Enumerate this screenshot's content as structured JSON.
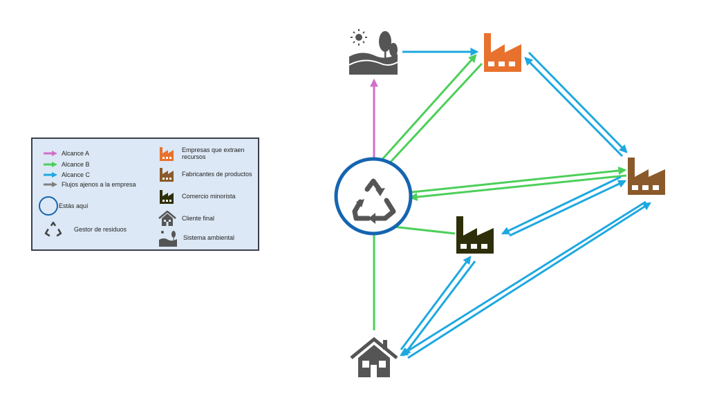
{
  "legend": {
    "scopes": [
      {
        "label": "Alcance A",
        "color": "#d070c8"
      },
      {
        "label": "Alcance B",
        "color": "#4ccf5a"
      },
      {
        "label": "Alcance C",
        "color": "#1ea8e0"
      },
      {
        "label": "Flujos ajenos a la empresa",
        "color": "#7f7f7f"
      }
    ],
    "you_are_here": "Estás aquí",
    "waste_manager": "Gestor de residuos",
    "actors": [
      {
        "label": "Empresas que extraen recursos",
        "icon": "factory-icon",
        "color": "#e8722d"
      },
      {
        "label": "Fabricantes de productos",
        "icon": "factory-icon",
        "color": "#8b5a2b"
      },
      {
        "label": "Comercio minorista",
        "icon": "factory-icon",
        "color": "#2e2e0a"
      },
      {
        "label": "Cliente final",
        "icon": "house-icon",
        "color": "#555555"
      },
      {
        "label": "Sistema ambiental",
        "icon": "landscape-icon",
        "color": "#555555"
      }
    ]
  },
  "nodes": {
    "environment": {
      "label": "Sistema ambiental",
      "color": "#555555"
    },
    "extractor": {
      "label": "Empresas que extraen recursos",
      "color": "#e8722d"
    },
    "manufacturer": {
      "label": "Fabricantes de productos",
      "color": "#8b5a2b"
    },
    "retailer": {
      "label": "Comercio minorista",
      "color": "#2e2e0a"
    },
    "customer": {
      "label": "Cliente final",
      "color": "#555555"
    },
    "waste_manager": {
      "label": "Gestor de residuos",
      "ring_color": "#1565b0",
      "color": "#555555"
    }
  },
  "flows": [
    {
      "from": "waste_manager",
      "to": "environment",
      "scope": "A"
    },
    {
      "from": "environment",
      "to": "extractor",
      "scope": "C"
    },
    {
      "from": "waste_manager",
      "to": "extractor",
      "scope": "B"
    },
    {
      "from": "extractor",
      "to": "waste_manager",
      "scope": "B"
    },
    {
      "from": "extractor",
      "to": "manufacturer",
      "scope": "C"
    },
    {
      "from": "manufacturer",
      "to": "extractor",
      "scope": "C"
    },
    {
      "from": "waste_manager",
      "to": "manufacturer",
      "scope": "B"
    },
    {
      "from": "manufacturer",
      "to": "waste_manager",
      "scope": "B"
    },
    {
      "from": "retailer",
      "to": "manufacturer",
      "scope": "C"
    },
    {
      "from": "manufacturer",
      "to": "retailer",
      "scope": "C"
    },
    {
      "from": "retailer",
      "to": "waste_manager",
      "scope": "B"
    },
    {
      "from": "customer",
      "to": "waste_manager",
      "scope": "B"
    },
    {
      "from": "customer",
      "to": "retailer",
      "scope": "C"
    },
    {
      "from": "retailer",
      "to": "customer",
      "scope": "C"
    },
    {
      "from": "customer",
      "to": "manufacturer",
      "scope": "C"
    },
    {
      "from": "manufacturer",
      "to": "customer",
      "scope": "C"
    }
  ]
}
